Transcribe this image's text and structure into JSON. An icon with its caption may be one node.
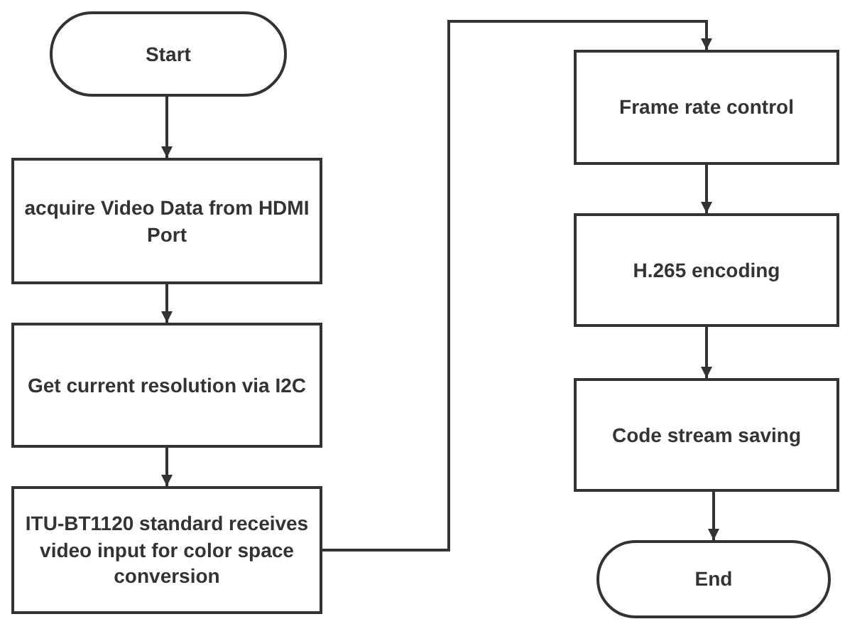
{
  "diagram": {
    "nodes": [
      {
        "text": [
          "Start"
        ]
      },
      {
        "text": [
          "acquire Video Data from HDMI Port"
        ]
      },
      {
        "text": [
          "Get current resolution via I2C"
        ]
      },
      {
        "text": [
          "ITU-BT1120 standard receives video input for color space conversion"
        ]
      },
      {
        "text": [
          "Frame rate control"
        ]
      },
      {
        "text": [
          "H.265 encoding"
        ]
      },
      {
        "text": [
          "Code stream saving"
        ]
      },
      {
        "text": [
          "End"
        ]
      }
    ],
    "edges": [
      {
        "from": 0,
        "to": 1,
        "arrow": "to"
      },
      {
        "from": 1,
        "to": 2,
        "arrow": "to"
      },
      {
        "from": 2,
        "to": 3,
        "arrow": "to"
      },
      {
        "from": 3,
        "to": 4,
        "arrow": "to"
      },
      {
        "from": 4,
        "to": 5,
        "arrow": "to"
      },
      {
        "from": 5,
        "to": 6,
        "arrow": "to"
      },
      {
        "from": 6,
        "to": 7,
        "arrow": "to"
      }
    ]
  }
}
